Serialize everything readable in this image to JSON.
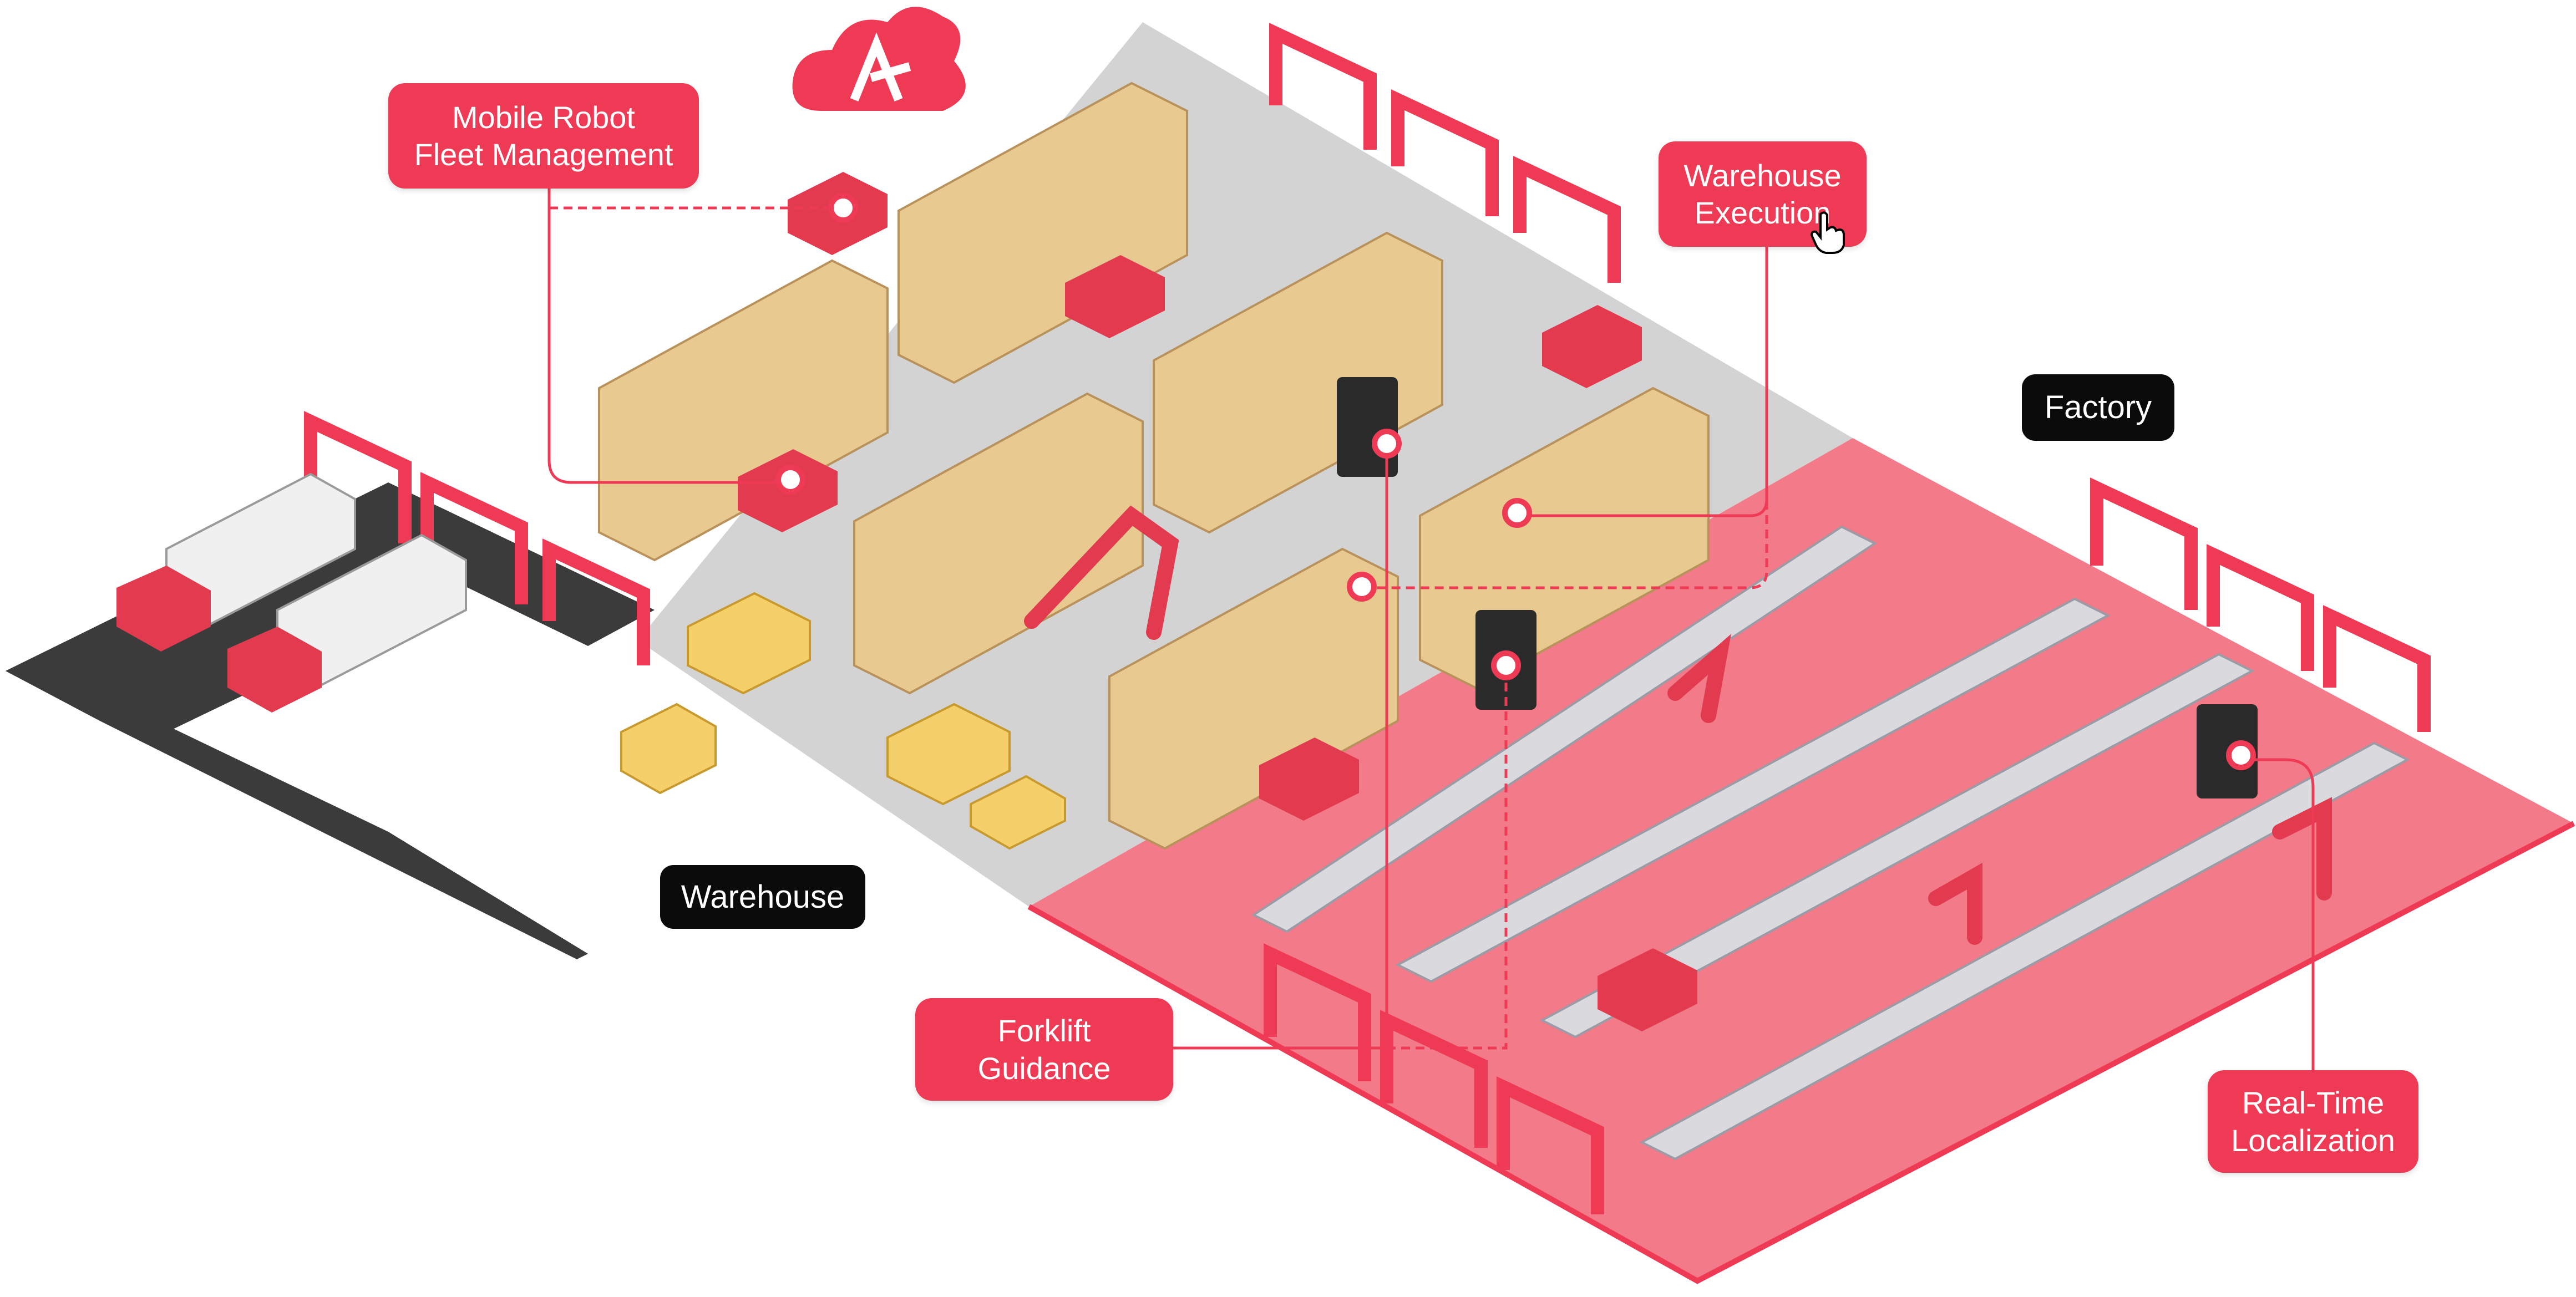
{
  "colors": {
    "accent": "#ef3a55",
    "factory_floor": "#f27a89",
    "warehouse_floor": "#d3d3d3",
    "road": "#3b3b3b",
    "zone_label_bg": "#0b0b0b"
  },
  "logo": {
    "icon": "cloud-logo-icon"
  },
  "callouts": {
    "fleet_management": "Mobile Robot\nFleet Management",
    "warehouse_execution": "Warehouse\nExecution",
    "forklift_guidance": "Forklift\nGuidance",
    "real_time_localization": "Real-Time\nLocalization"
  },
  "zones": {
    "warehouse": "Warehouse",
    "factory": "Factory"
  },
  "cursor": {
    "icon": "hand-pointer-icon"
  }
}
